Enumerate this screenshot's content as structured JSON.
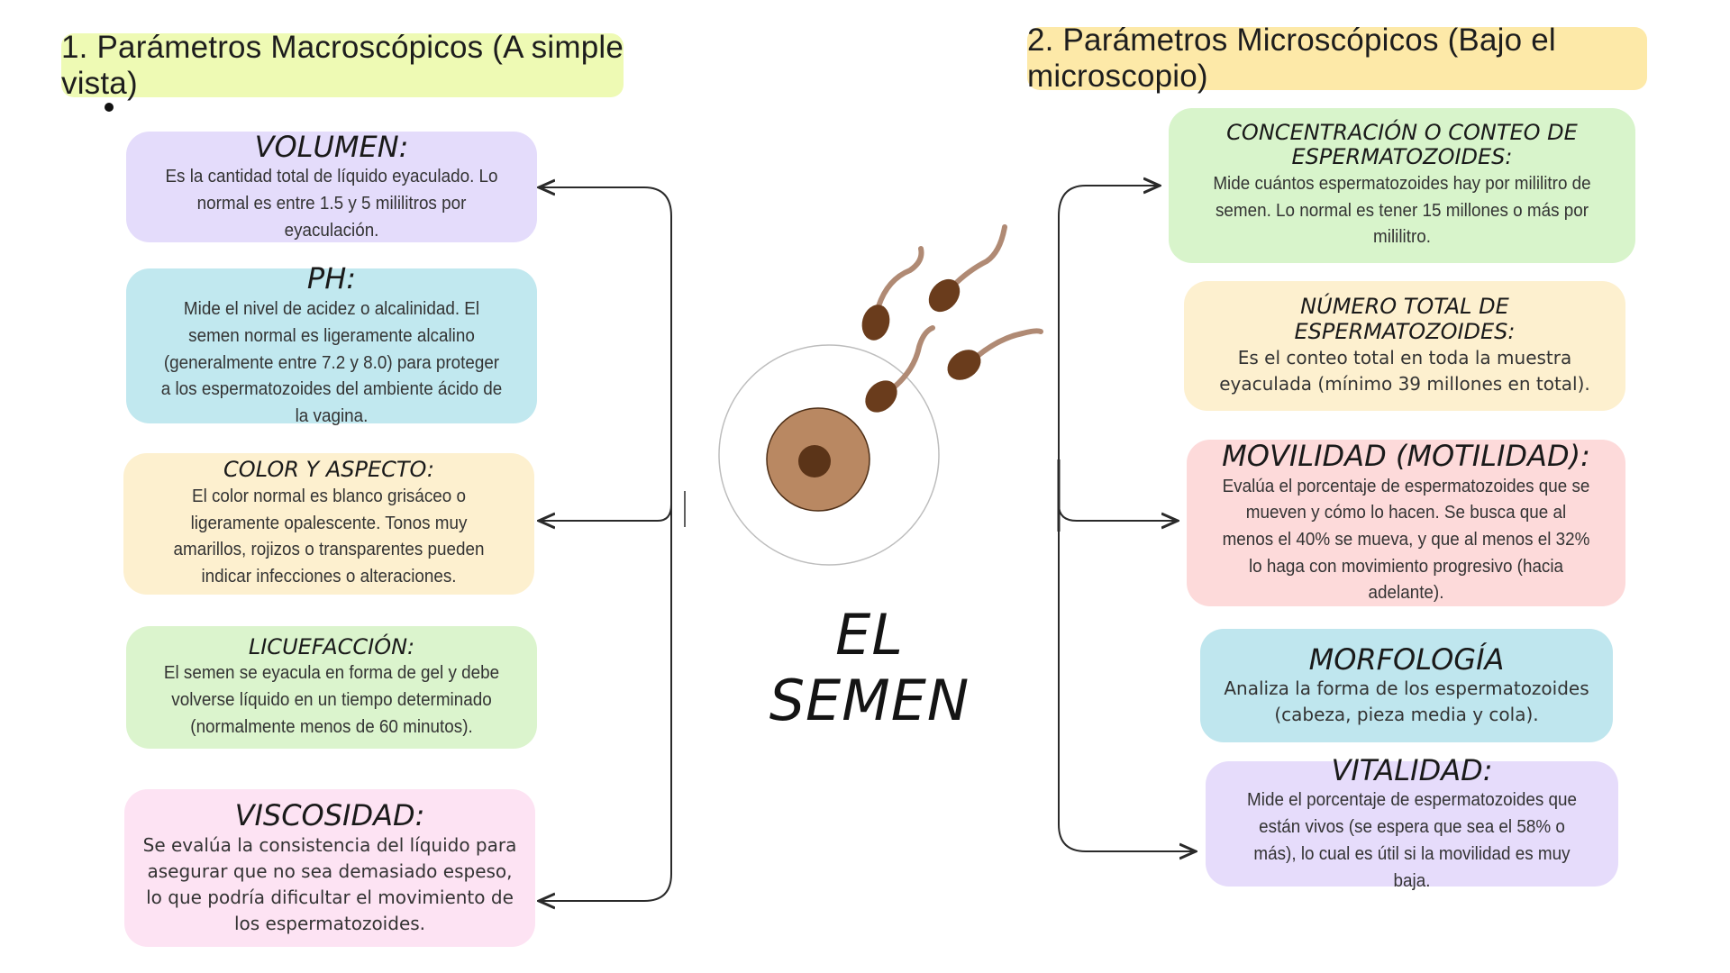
{
  "headers": {
    "left": "1. Parámetros Macroscópicos (A simple vista)",
    "right": "2. Parámetros Microscópicos (Bajo el microscopio)"
  },
  "center_title": "EL SEMEN",
  "left_boxes": [
    {
      "title": "VOLUMEN:",
      "body": "Es la cantidad total de líquido eyaculado. Lo normal es entre 1.5 y 5 mililitros por eyaculación.",
      "color": "#e4dcfb"
    },
    {
      "title": "PH:",
      "body": "Mide el nivel de acidez o alcalinidad. El semen normal es ligeramente alcalino (generalmente entre 7.2 y 8.0) para proteger a los espermatozoides del ambiente ácido de la vagina.",
      "color": "#c1e8ef"
    },
    {
      "title": "COLOR Y ASPECTO:",
      "body": "El color normal es blanco grisáceo o ligeramente opalescente. Tonos muy amarillos, rojizos o transparentes pueden indicar infecciones o alteraciones.",
      "color": "#fdf0cf"
    },
    {
      "title": "LICUEFACCIÓN:",
      "body": "El semen se eyacula en forma de gel y debe volverse líquido en un tiempo determinado (normalmente menos de 60 minutos).",
      "color": "#dbf4cd"
    },
    {
      "title": "VISCOSIDAD:",
      "body": "Se evalúa la consistencia del líquido para asegurar que no sea demasiado espeso, lo que podría dificultar el movimiento de los espermatozoides.",
      "color": "#fde3f3"
    }
  ],
  "right_boxes": [
    {
      "title": "CONCENTRACIÓN O CONTEO DE ESPERMATOZOIDES:",
      "body": "Mide cuántos espermatozoides hay por mililitro de semen. Lo normal es tener 15 millones o más por mililitro.",
      "color": "#d8f4cb"
    },
    {
      "title": "NÚMERO TOTAL DE ESPERMATOZOIDES:",
      "body": "Es el conteo total en toda la muestra eyaculada (mínimo 39 millones en total).",
      "color": "#fdf0cf"
    },
    {
      "title": "MOVILIDAD (MOTILIDAD):",
      "body": "Evalúa el porcentaje de espermatozoides que se mueven y cómo lo hacen. Se busca que al menos el 40% se mueva, y que al menos el 32% lo haga con movimiento progresivo (hacia adelante).",
      "color": "#fddada"
    },
    {
      "title": "MORFOLOGÍA",
      "body": "Analiza la forma de los espermatozoides (cabeza, pieza media y cola).",
      "color": "#bfe6ee"
    },
    {
      "title": "VITALIDAD:",
      "body": "Mide el porcentaje de espermatozoides que están vivos (se espera que sea el 58% o más), lo cual es útil si la movilidad es muy baja.",
      "color": "#e6dcfb"
    }
  ],
  "colors": {
    "header_left": "#eefab4",
    "header_right": "#fde9a8",
    "line": "#2a2a2a",
    "egg_outer": "#ffffff",
    "egg_nucleus": "#b98862",
    "egg_core": "#5b3418",
    "sperm_head": "#6a3c1c",
    "sperm_tail": "#b08a74"
  }
}
